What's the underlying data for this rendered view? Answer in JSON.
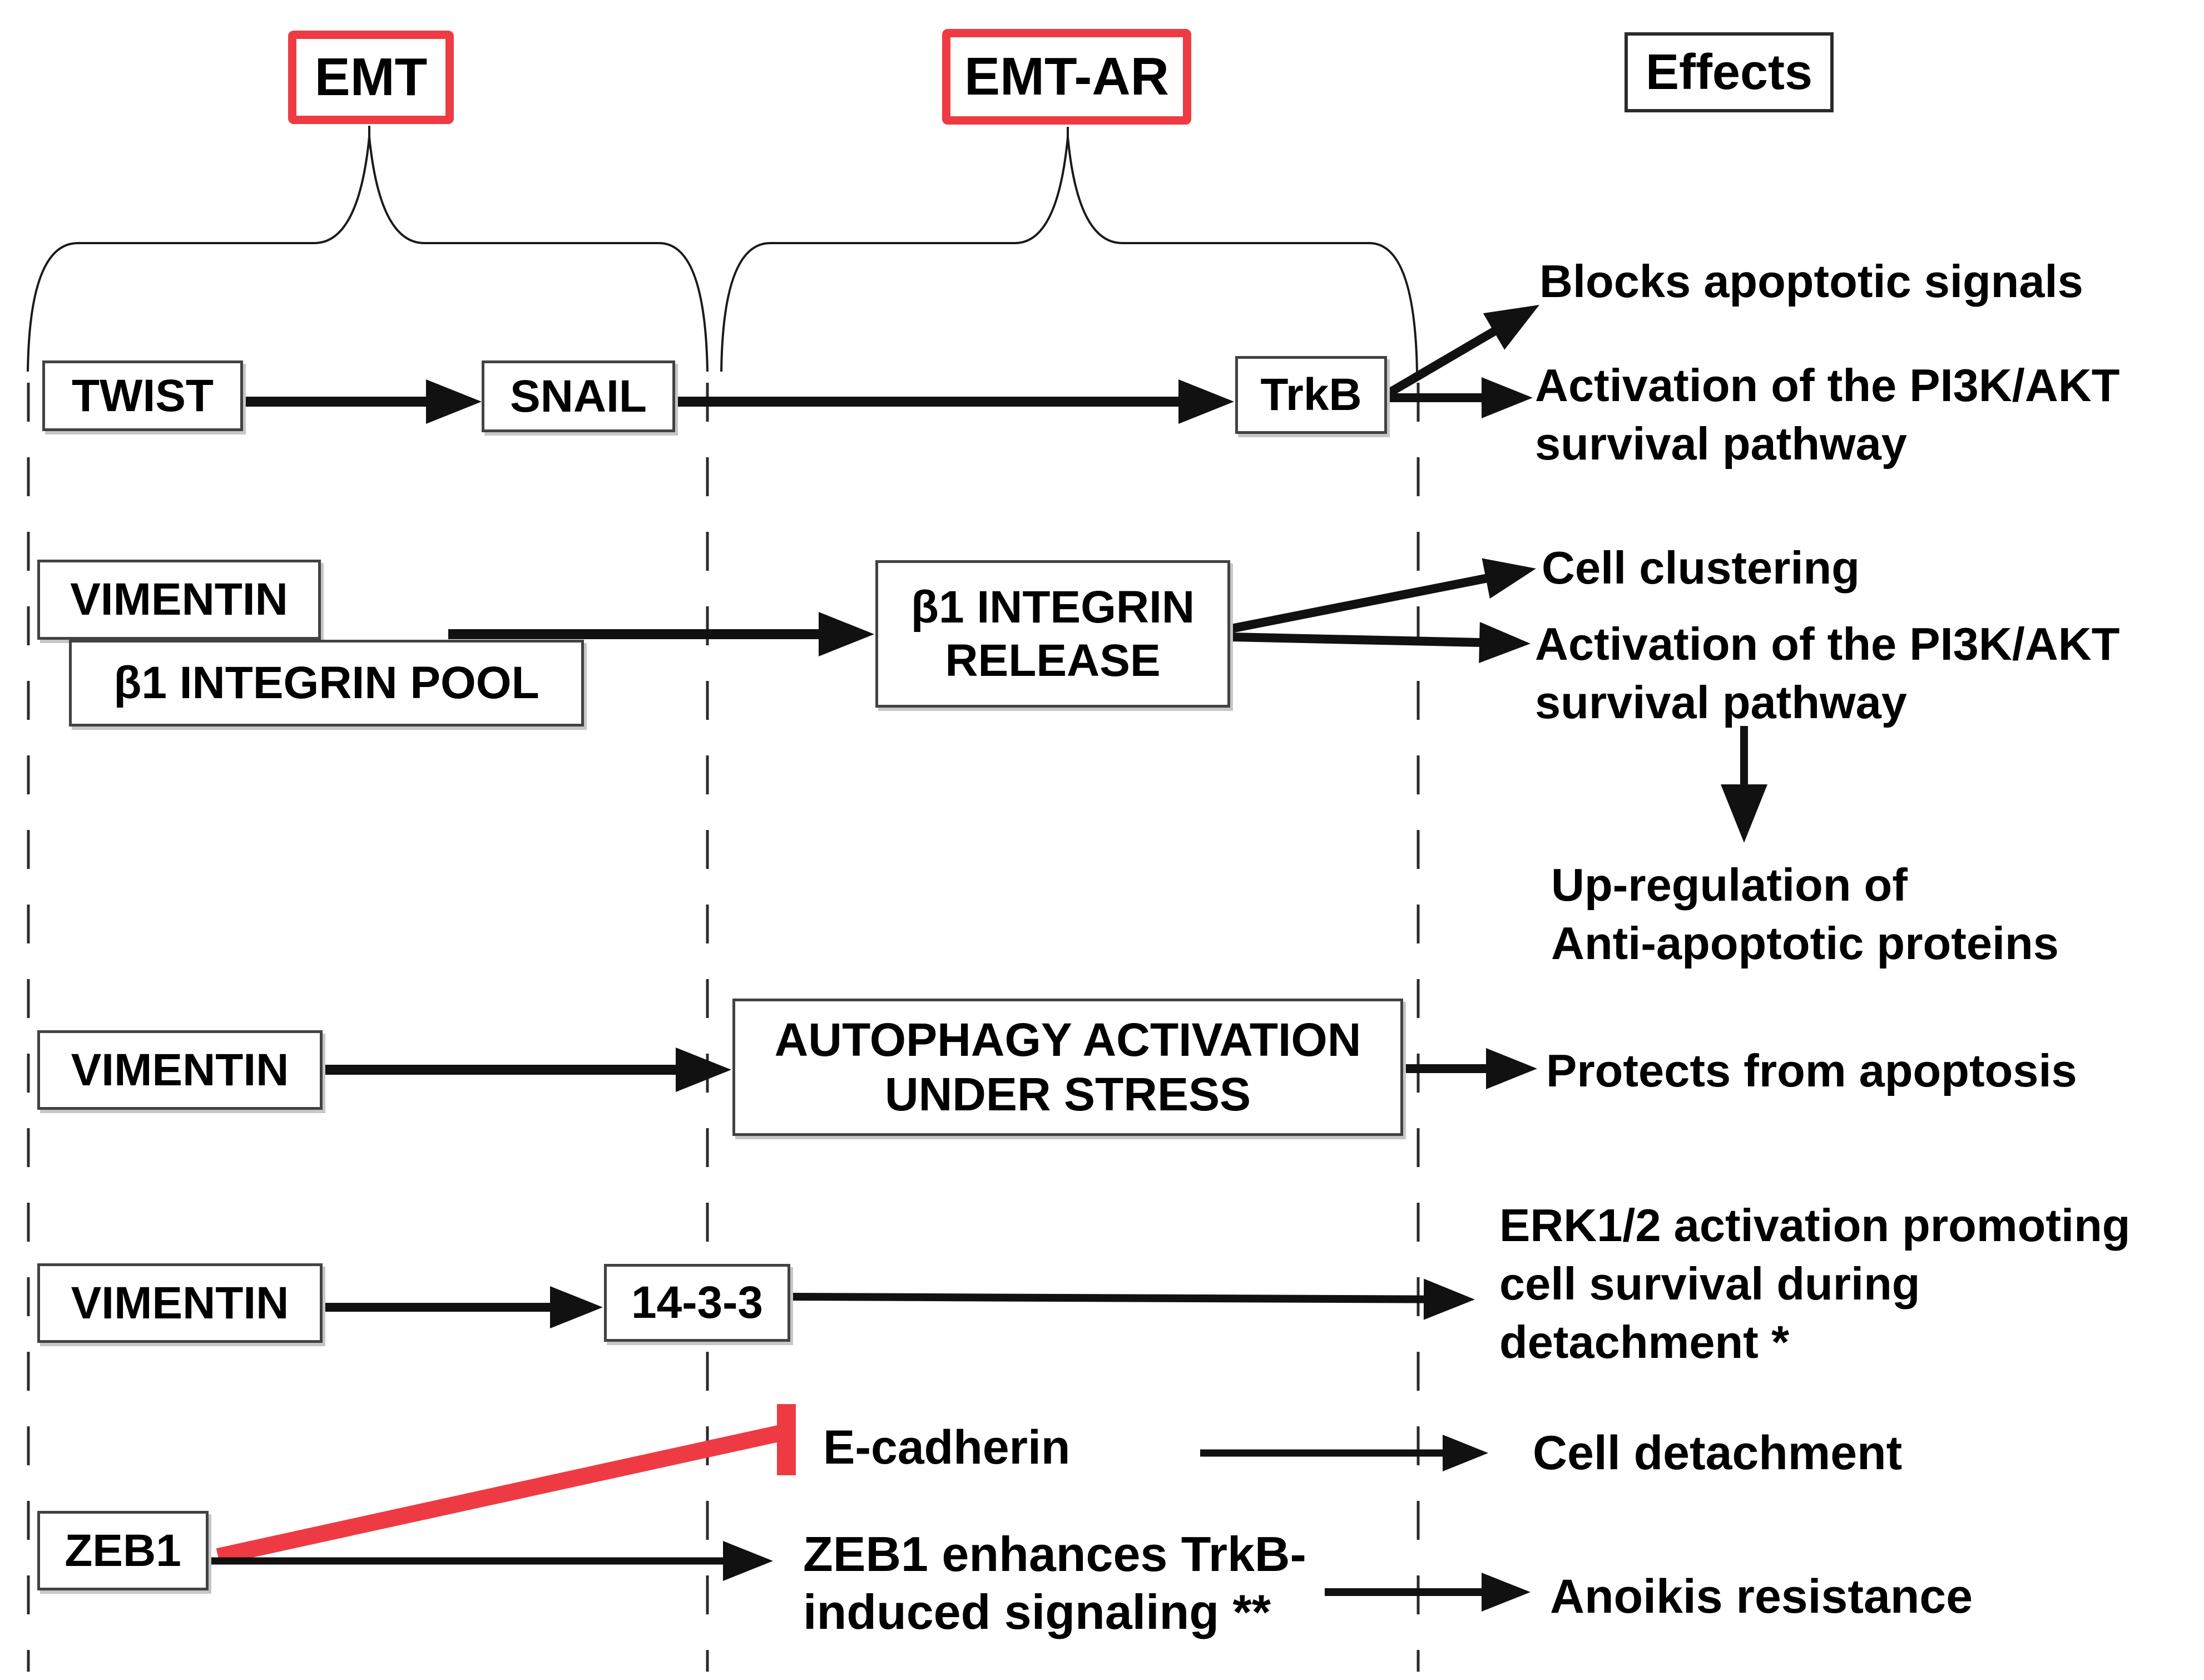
{
  "headers": {
    "emt": "EMT",
    "emt_ar": "EMT-AR",
    "effects": "Effects"
  },
  "boxes": {
    "twist": "TWIST",
    "snail": "SNAIL",
    "trkb": "TrkB",
    "vimentin": "VIMENTIN",
    "b1_integrin_pool": "β1 INTEGRIN POOL",
    "b1_integrin_release": "β1 INTEGRIN\nRELEASE",
    "autophagy": "AUTOPHAGY ACTIVATION\nUNDER STRESS",
    "fourteen_three_three": "14-3-3",
    "zeb1": "ZEB1"
  },
  "labels": {
    "e_cadherin": "E-cadherin",
    "zeb1_enhances": "ZEB1 enhances TrkB-\ninduced signaling **"
  },
  "effects": {
    "blocks_apoptotic": "Blocks apoptotic signals",
    "pi3k_trkb": "Activation of the PI3K/AKT\nsurvival pathway",
    "cell_clustering": "Cell clustering",
    "pi3k_release": "Activation of the PI3K/AKT\nsurvival pathway",
    "upregulation": "Up-regulation of\nAnti-apoptotic proteins",
    "protects": "Protects from apoptosis",
    "erk": "ERK1/2 activation promoting\ncell survival during\ndetachment *",
    "cell_detachment": "Cell detachment",
    "anoikis": "Anoikis resistance"
  },
  "colors": {
    "accent_red": "#ee3b43",
    "ink": "#111111",
    "dashed_line": "#2b2b2b"
  }
}
